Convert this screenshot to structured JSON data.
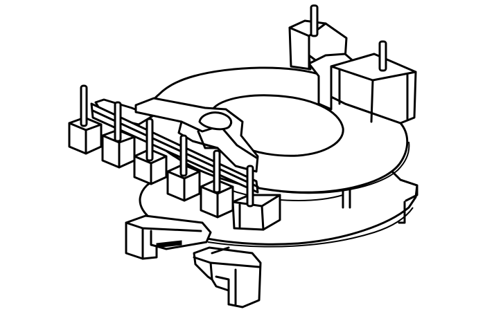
{
  "figure": {
    "subject": "transformer-bobbin",
    "pins": {
      "front_row_count": 6,
      "rear_count": 2
    },
    "colors": {
      "line": "#000000",
      "background": "#ffffff"
    }
  }
}
